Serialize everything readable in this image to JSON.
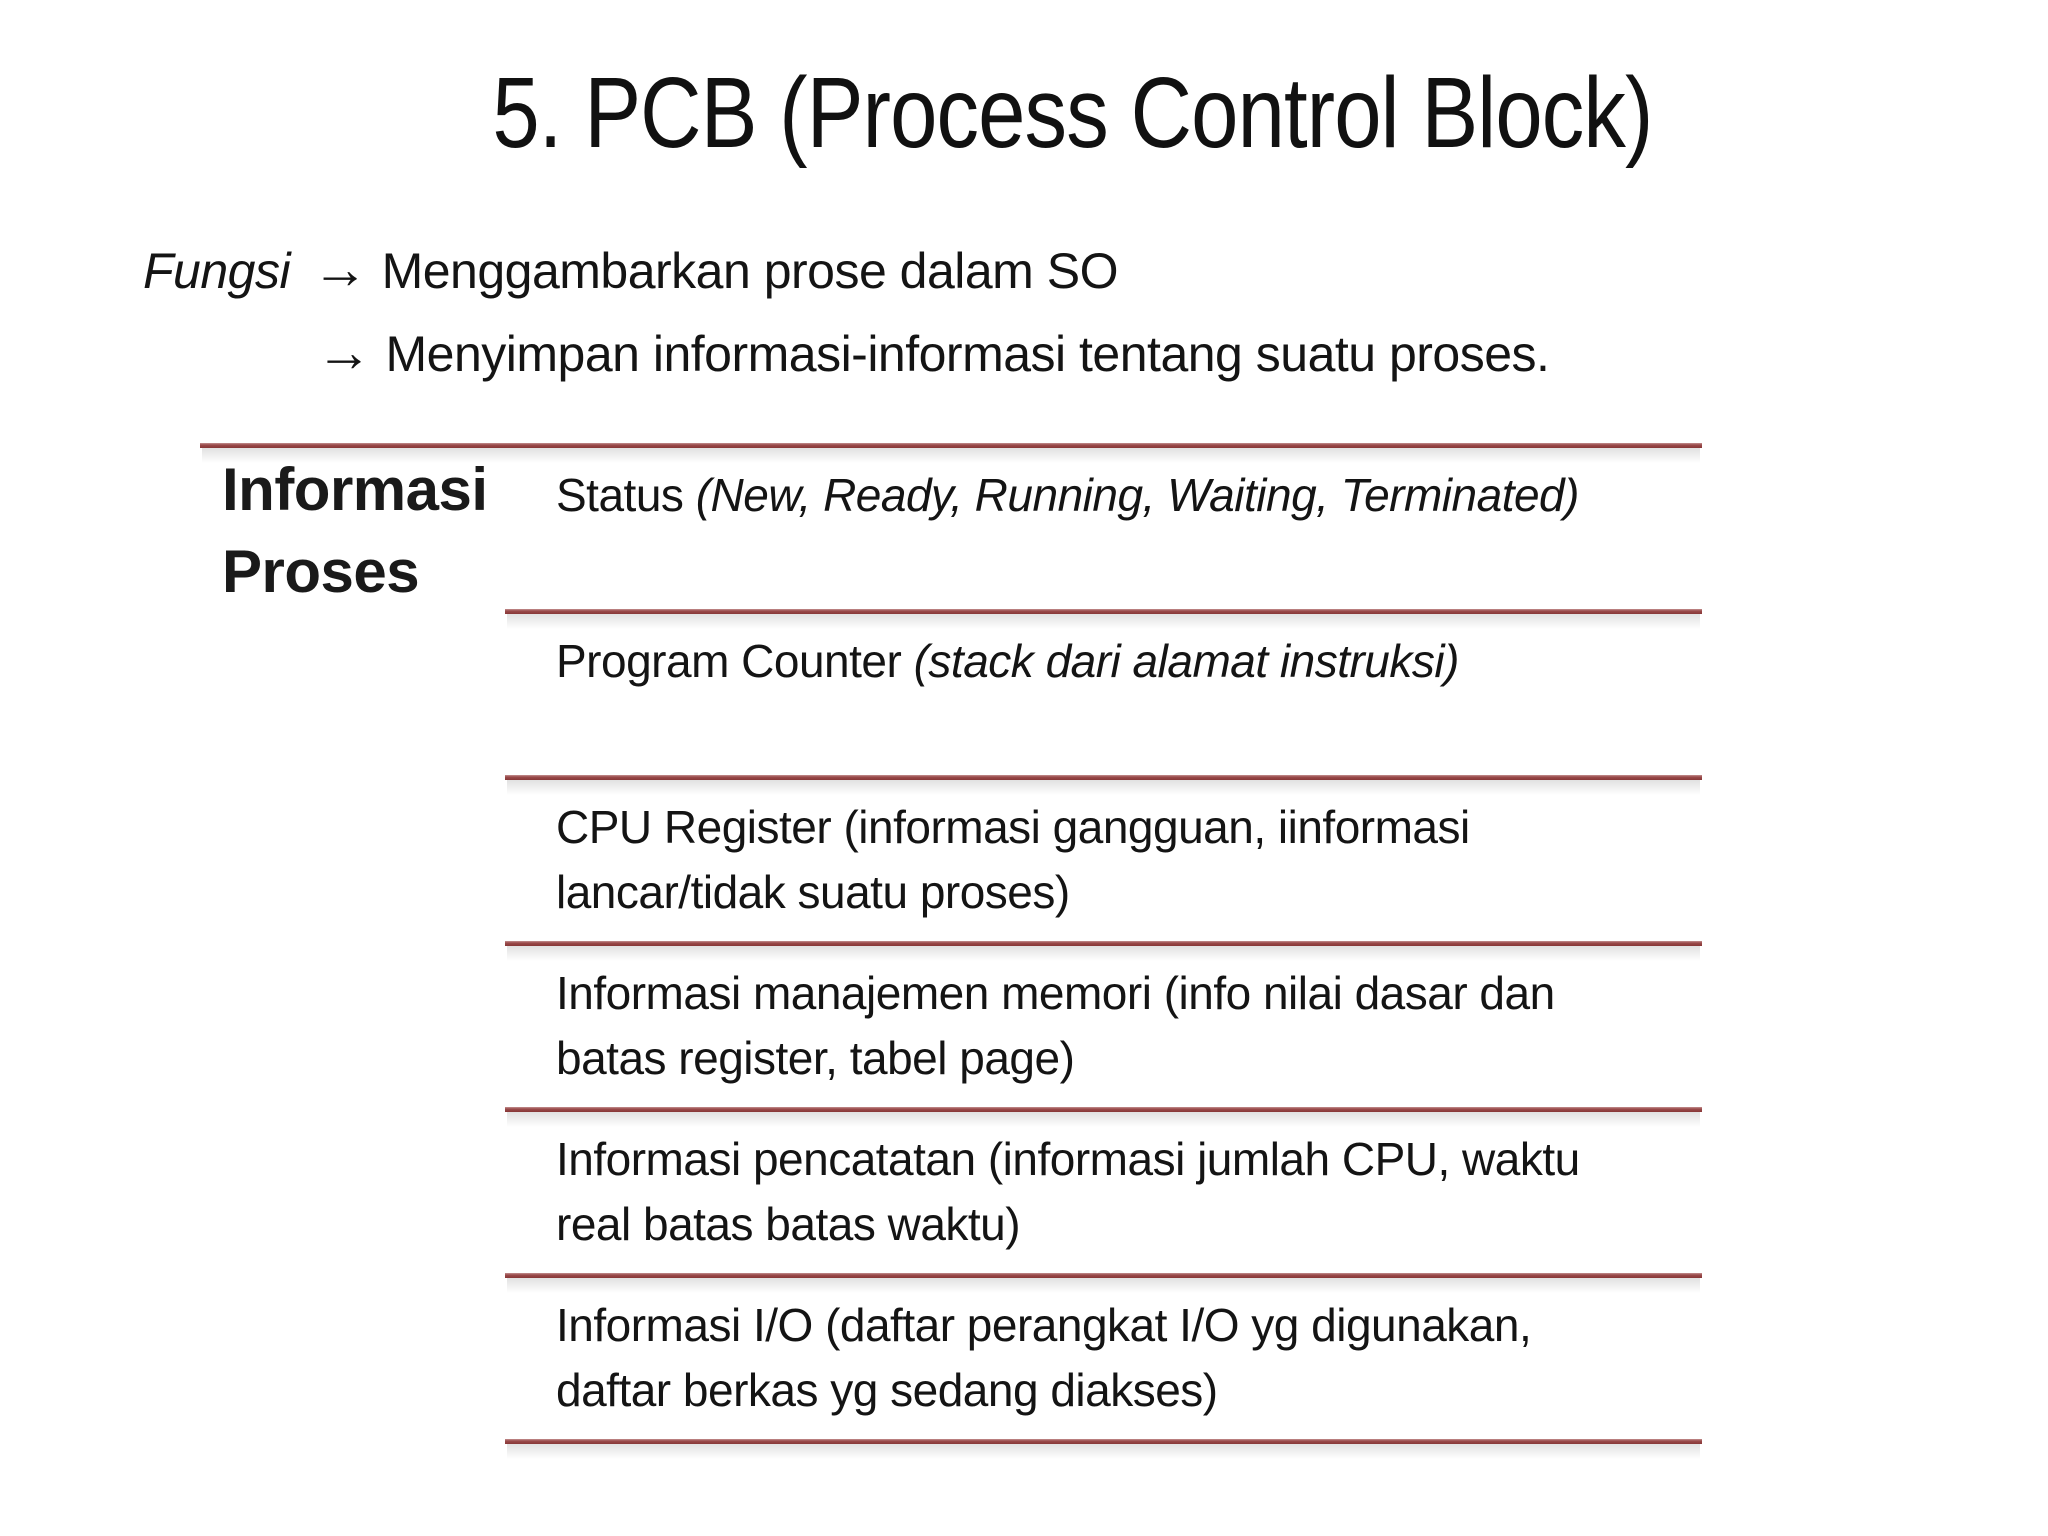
{
  "slide": {
    "title": "5. PCB (Process Control Block)",
    "intro": {
      "label": "Fungsi",
      "arrow": "→",
      "line1": "Menggambarkan prose dalam SO",
      "line2": "Menyimpan informasi-informasi tentang suatu proses."
    },
    "table": {
      "header": {
        "line1": "Informasi",
        "line2": "Proses"
      },
      "rows": [
        {
          "main": "Status",
          "italic": "(New, Ready, Running, Waiting, Terminated)"
        },
        {
          "main": "Program Counter",
          "italic": "(stack dari  alamat instruksi)"
        },
        {
          "line1": "CPU Register (informasi gangguan, iinformasi",
          "line2": "lancar/tidak suatu proses)"
        },
        {
          "line1": "Informasi manajemen memori (info nilai dasar dan",
          "line2": "batas register, tabel page)"
        },
        {
          "line1": "Informasi pencatatan (informasi jumlah CPU, waktu",
          "line2": "real batas batas waktu)"
        },
        {
          "line1": "Informasi I/O (daftar perangkat I/O yg digunakan,",
          "line2": "daftar berkas yg sedang diakses)"
        }
      ]
    },
    "colors": {
      "rule_red": "#8f3e3e",
      "rule_red_light": "#c49090",
      "text": "#141414",
      "background": "#ffffff"
    }
  }
}
